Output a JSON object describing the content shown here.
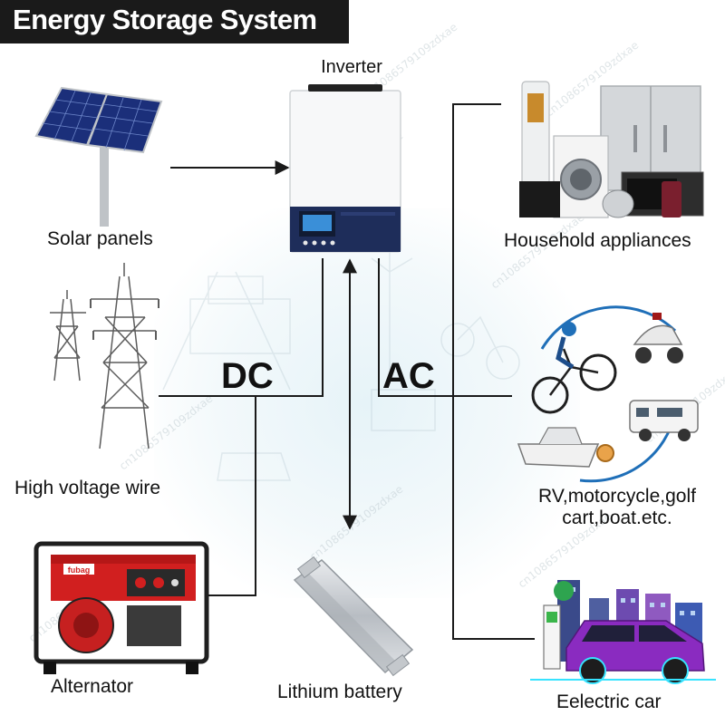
{
  "title": "Energy Storage System",
  "nodes": {
    "inverter": "Inverter",
    "solar": "Solar panels",
    "grid": "High voltage wire",
    "alternator": "Alternator",
    "battery": "Lithium battery",
    "household": "Household appliances",
    "vehicles_line1": "RV,motorcycle,golf",
    "vehicles_line2": "cart,boat.etc.",
    "ecar": "Eelectric car"
  },
  "buses": {
    "dc": "DC",
    "ac": "AC"
  },
  "generator_brand": "fubag",
  "watermark": "cn1086579109zdxae",
  "colors": {
    "title_bg": "#1a1a1a",
    "line": "#1a1a1a",
    "inverter_panel": "#1e2d5a",
    "inverter_screen": "#3a8fd8",
    "generator_red": "#d11f1f",
    "battery_silver": "#c9cdd2",
    "ecar_purple": "#8a2bc0"
  }
}
